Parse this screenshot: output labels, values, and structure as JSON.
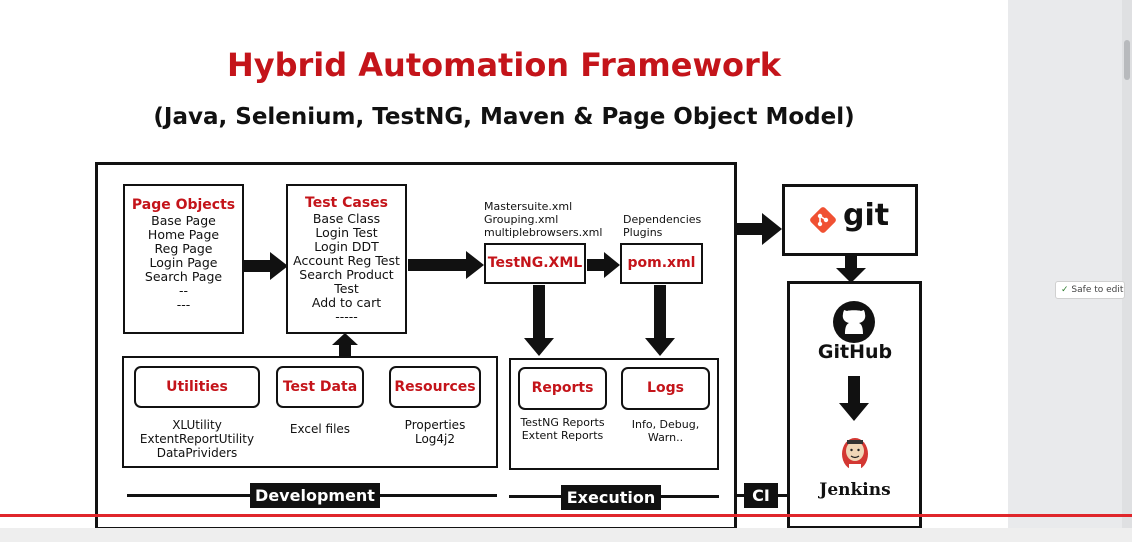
{
  "title": "Hybrid Automation Framework",
  "subtitle": "(Java, Selenium, TestNG, Maven & Page Object Model)",
  "page_objects": {
    "header": "Page Objects",
    "items": [
      "Base Page",
      "Home Page",
      "Reg Page",
      "Login Page",
      "Search Page",
      "--",
      "---"
    ]
  },
  "test_cases": {
    "header": "Test Cases",
    "items": [
      "Base Class",
      "Login Test",
      "Login DDT",
      "Account Reg Test",
      "Search Product",
      "Test",
      "Add to cart",
      "-----"
    ]
  },
  "testng": {
    "notes": [
      "Mastersuite.xml",
      "Grouping.xml",
      "multiplebrowsers.xml"
    ],
    "label": "TestNG.XML"
  },
  "pom": {
    "notes": [
      "Dependencies",
      "Plugins"
    ],
    "label": "pom.xml"
  },
  "utilities": {
    "label": "Utilities",
    "items": [
      "XLUtility",
      "ExtentReportUtility",
      "DataPrividers"
    ]
  },
  "test_data": {
    "label": "Test Data",
    "items": [
      "Excel files"
    ]
  },
  "resources": {
    "label": "Resources",
    "items": [
      "Properties",
      "Log4j2"
    ]
  },
  "reports": {
    "label": "Reports",
    "items": [
      "TestNG Reports",
      "Extent Reports"
    ]
  },
  "logs": {
    "label": "Logs",
    "items": [
      "Info, Debug,",
      "Warn.."
    ]
  },
  "phases": {
    "development": "Development",
    "execution": "Execution",
    "ci": "CI"
  },
  "ci_tools": {
    "git": "git",
    "github": "GitHub",
    "jenkins": "Jenkins"
  },
  "overlay": {
    "safe_to_edit": "Safe to edit"
  },
  "colors": {
    "accent_red": "#c4141a",
    "git_orange": "#f05133",
    "progress_red": "#e0262b"
  }
}
